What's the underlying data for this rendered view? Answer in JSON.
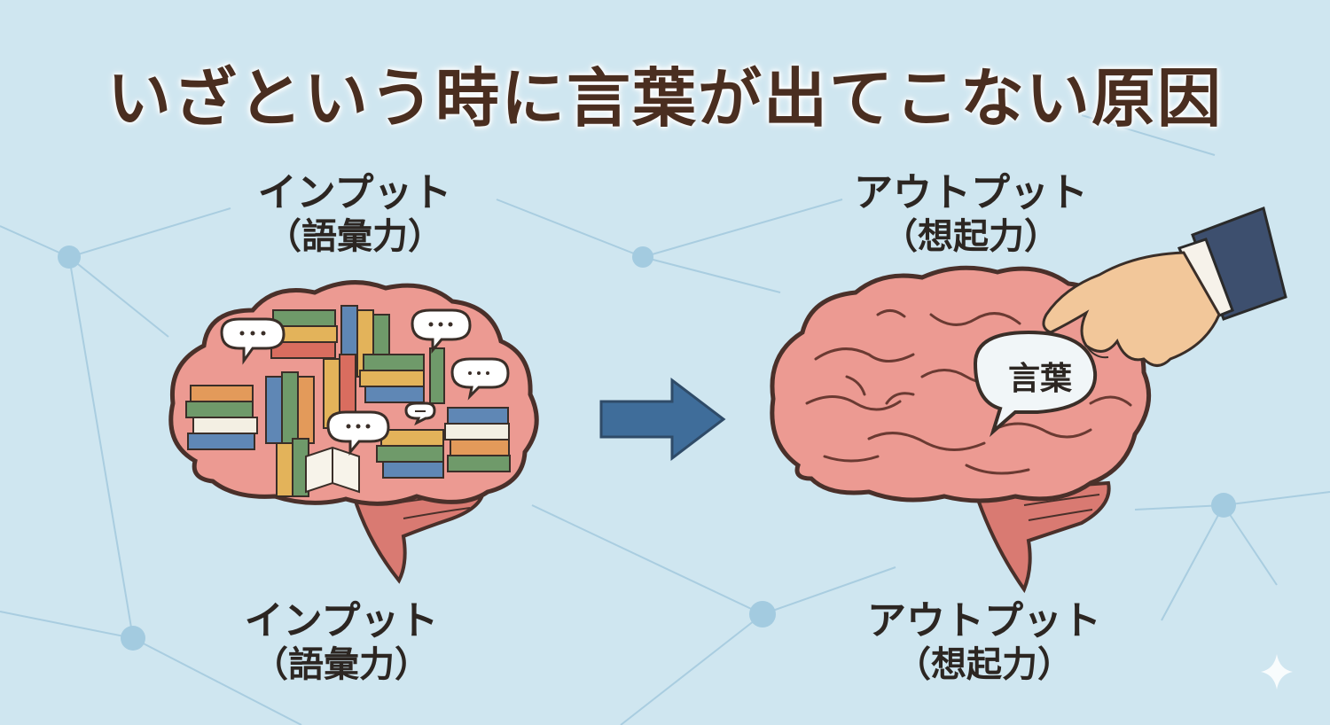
{
  "title": "いざという時に言葉が出てこない原因",
  "left_panel": {
    "top_label": {
      "line1": "インプット",
      "line2": "（語彙力）"
    },
    "bottom_label": {
      "line1": "インプット",
      "line2": "（語彙力）"
    },
    "figure": "brain-filled-with-books-icon"
  },
  "right_panel": {
    "top_label": {
      "line1": "アウトプット",
      "line2": "（想起力）"
    },
    "bottom_label": {
      "line1": "アウトプット",
      "line2": "（想起力）"
    },
    "figure": "brain-with-hand-pulling-word-icon",
    "bubble_text": "言葉"
  },
  "arrow": "right-arrow-icon",
  "colors": {
    "background": "#cfe6f0",
    "title": "#4a2e20",
    "brain": "#e8908a",
    "arrow": "#3f6d9a"
  }
}
